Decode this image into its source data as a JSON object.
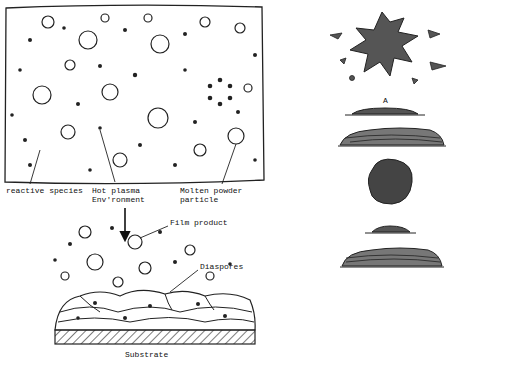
{
  "diagram": {
    "labels": [
      "reactive species",
      "Hot plasma Env'ronment",
      "Molten powder particle",
      "Film product",
      "Diaspores",
      "Substrate",
      "A"
    ]
  }
}
